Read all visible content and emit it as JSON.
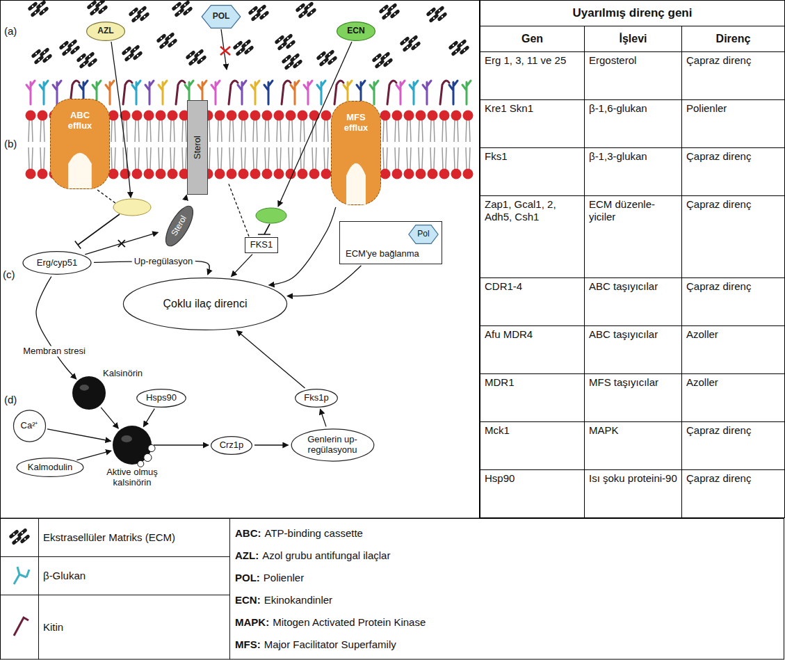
{
  "diagram": {
    "nodes": [
      {
        "text": [
          "AZL"
        ]
      },
      {
        "text": [
          "POL"
        ]
      },
      {
        "text": [
          "ECN"
        ]
      },
      {
        "text": [
          "ABC efflux"
        ]
      },
      {
        "text": [
          "Sterol"
        ]
      },
      {
        "text": [
          "MFS efflux"
        ]
      },
      {
        "text": [
          "Sterol"
        ]
      },
      {
        "text": [
          "Erg/cyp51"
        ]
      },
      {
        "text": [
          "FKS1"
        ]
      },
      {
        "text": [
          "ECM'ye bağlanma"
        ]
      },
      {
        "text": [
          "Pol"
        ],
        "in": 9
      },
      {
        "text": [
          "Çoklu ilaç direnci"
        ]
      },
      {
        "text": [
          "Kalsinörin"
        ]
      },
      {
        "text": [
          "Hsps90"
        ]
      },
      {
        "text": [
          "Ca²⁺"
        ]
      },
      {
        "text": [
          "Fks1p"
        ]
      },
      {
        "text": [
          "Kalmodulin"
        ]
      },
      {
        "text": [
          "Aktive olmuş kalsinörin"
        ]
      },
      {
        "text": [
          "Crz1p"
        ]
      },
      {
        "text": [
          "Genlerin up-regülasyonu"
        ]
      }
    ],
    "edges": [
      {
        "from": 7,
        "to": 11,
        "arrow": "to",
        "label": "Up-regülasyon"
      },
      {
        "from": 7,
        "to": 12,
        "arrow": "to",
        "label": "Membran stresi"
      },
      {
        "from": 6,
        "to": 4,
        "arrow": "to"
      },
      {
        "from": 7,
        "to": 6,
        "arrow": "to"
      },
      {
        "from": 8,
        "to": 11,
        "arrow": "to"
      },
      {
        "from": 5,
        "to": 11,
        "arrow": "to"
      },
      {
        "from": 9,
        "to": 11,
        "arrow": "to"
      },
      {
        "from": 15,
        "to": 11,
        "arrow": "to"
      },
      {
        "from": 19,
        "to": 15,
        "arrow": "to"
      },
      {
        "from": 18,
        "to": 19,
        "arrow": "to"
      },
      {
        "from": 17,
        "to": 18,
        "arrow": "to"
      },
      {
        "from": 14,
        "to": 17,
        "arrow": "to"
      },
      {
        "from": 16,
        "to": 17,
        "arrow": "to"
      },
      {
        "from": 13,
        "to": 17,
        "arrow": "to"
      },
      {
        "from": 12,
        "to": 17,
        "arrow": "to"
      }
    ],
    "labels": [
      "(a)",
      "(b)",
      "(c)",
      "(d)",
      "Uyarılmış direnç geni",
      "Gen",
      "İşlevi",
      "Direnç",
      "Erg 1, 3, 11 ve 25",
      "Ergosterol",
      "Çapraz direnç",
      "Kre1 Skn1",
      "β-1,6-glukan",
      "Polienler",
      "Fks1",
      "β-1,3-glukan",
      "Çapraz direnç",
      "Zap1, Gcal1, 2, Adh5, Csh1",
      "ECM düzenle-yiciler",
      "Çapraz direnç",
      "CDR1-4",
      "ABC taşıyıcılar",
      "Çapraz direnç",
      "Afu MDR4",
      "ABC taşıyıcılar",
      "Azoller",
      "MDR1",
      "MFS taşıyıcılar",
      "Azoller",
      "Mck1",
      "MAPK",
      "Çapraz direnç",
      "Hsp90",
      "Isı şoku proteini-90",
      "Çapraz direnç",
      "ABC:",
      "ATP-binding cassette",
      "AZL:",
      "Azol grubu antifungal ilaçlar",
      "POL:",
      "Polienler",
      "ECN:",
      "Ekinokandinler",
      "MAPK:",
      "Mitogen Activated Protein Kinase",
      "MFS:",
      "Major Facilitator Superfamily"
    ],
    "legend": [
      {
        "text": "Ekstrasellüler Matriks (ECM)"
      },
      {
        "text": "β-Glukan"
      },
      {
        "text": "Kitin"
      }
    ]
  }
}
